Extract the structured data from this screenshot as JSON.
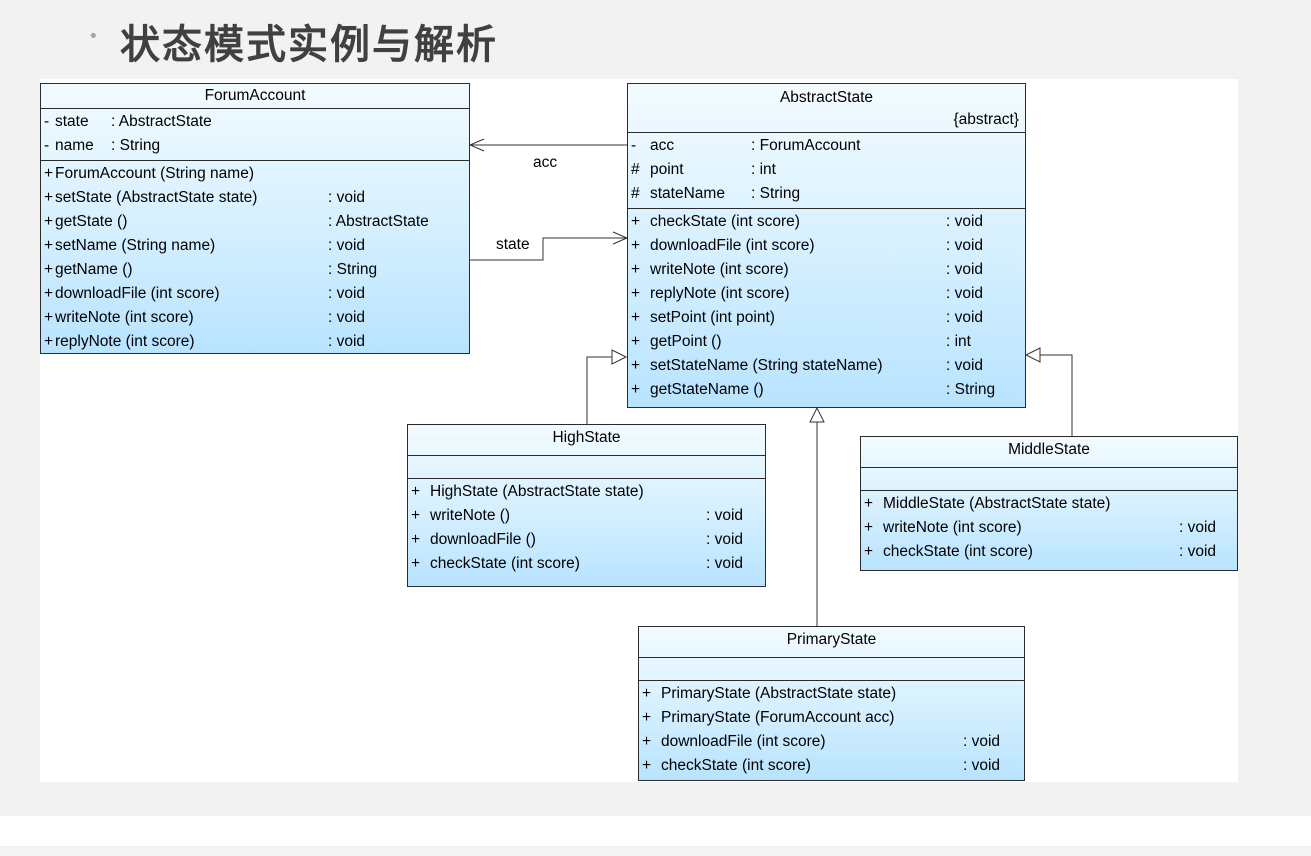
{
  "slide": {
    "bullet": "•",
    "title": "状态模式实例与解析"
  },
  "diagram": {
    "classes": {
      "forum_account": {
        "name": "ForumAccount",
        "attributes": [
          {
            "vis": "-",
            "name": "state",
            "type": ": AbstractState"
          },
          {
            "vis": "-",
            "name": "name",
            "type": ": String"
          }
        ],
        "operations": [
          {
            "vis": "+",
            "name": "ForumAccount (String name)",
            "type": ""
          },
          {
            "vis": "+",
            "name": "setState (AbstractState state)",
            "type": ": void"
          },
          {
            "vis": "+",
            "name": "getState ()",
            "type": ": AbstractState"
          },
          {
            "vis": "+",
            "name": "setName (String name)",
            "type": ": void"
          },
          {
            "vis": "+",
            "name": "getName ()",
            "type": ": String"
          },
          {
            "vis": "+",
            "name": "downloadFile (int score)",
            "type": ": void"
          },
          {
            "vis": "+",
            "name": "writeNote (int score)",
            "type": ": void"
          },
          {
            "vis": "+",
            "name": "replyNote (int score)",
            "type": ": void"
          }
        ]
      },
      "abstract_state": {
        "name": "AbstractState",
        "stereotype": "{abstract}",
        "attributes": [
          {
            "vis": "-",
            "name": "acc",
            "type": ": ForumAccount"
          },
          {
            "vis": "#",
            "name": "point",
            "type": ": int"
          },
          {
            "vis": "#",
            "name": "stateName",
            "type": ": String"
          }
        ],
        "operations": [
          {
            "vis": "+",
            "name": "checkState (int score)",
            "type": ": void"
          },
          {
            "vis": "+",
            "name": "downloadFile (int score)",
            "type": ": void"
          },
          {
            "vis": "+",
            "name": "writeNote (int score)",
            "type": ": void"
          },
          {
            "vis": "+",
            "name": "replyNote (int score)",
            "type": ": void"
          },
          {
            "vis": "+",
            "name": "setPoint (int point)",
            "type": ": void"
          },
          {
            "vis": "+",
            "name": "getPoint ()",
            "type": ": int"
          },
          {
            "vis": "+",
            "name": "setStateName (String stateName)",
            "type": ": void"
          },
          {
            "vis": "+",
            "name": "getStateName ()",
            "type": ": String"
          }
        ]
      },
      "high_state": {
        "name": "HighState",
        "attributes": [],
        "operations": [
          {
            "vis": "+",
            "name": "HighState (AbstractState state)",
            "type": ""
          },
          {
            "vis": "+",
            "name": "writeNote ()",
            "type": ": void"
          },
          {
            "vis": "+",
            "name": "downloadFile ()",
            "type": ": void"
          },
          {
            "vis": "+",
            "name": "checkState (int score)",
            "type": ": void"
          }
        ]
      },
      "middle_state": {
        "name": "MiddleState",
        "attributes": [],
        "operations": [
          {
            "vis": "+",
            "name": "MiddleState (AbstractState state)",
            "type": ""
          },
          {
            "vis": "+",
            "name": "writeNote (int score)",
            "type": ": void"
          },
          {
            "vis": "+",
            "name": "checkState (int score)",
            "type": ": void"
          }
        ]
      },
      "primary_state": {
        "name": "PrimaryState",
        "attributes": [],
        "operations": [
          {
            "vis": "+",
            "name": "PrimaryState (AbstractState state)",
            "type": ""
          },
          {
            "vis": "+",
            "name": "PrimaryState (ForumAccount acc)",
            "type": ""
          },
          {
            "vis": "+",
            "name": "downloadFile (int score)",
            "type": ": void"
          },
          {
            "vis": "+",
            "name": "checkState (int score)",
            "type": ": void"
          }
        ]
      }
    },
    "associations": {
      "acc_label": "acc",
      "state_label": "state"
    }
  }
}
